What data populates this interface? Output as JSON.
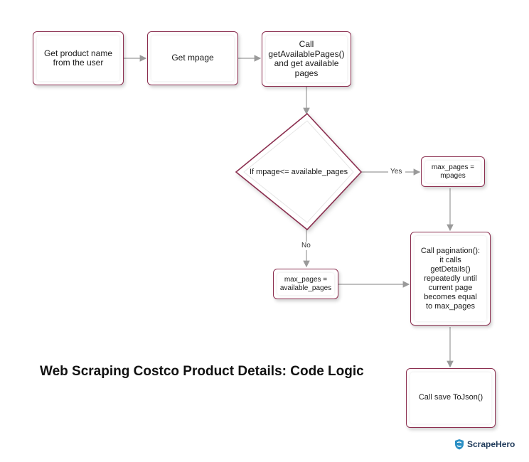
{
  "nodes": {
    "get_product_name": "Get product name\nfrom the user",
    "get_mpage": "Get mpage",
    "call_available_pages": "Call\ngetAvailablePages()\nand get available\npages",
    "decision": "If mpage<= available_pages",
    "max_pages_mpages": "max_pages =\nmpages",
    "max_pages_available": "max_pages =\navailable_pages",
    "call_pagination": "Call pagination():\nit calls\ngetDetails()\nrepeatedly until\ncurrent page\nbecomes equal\nto max_pages",
    "call_save": "Call save ToJson()"
  },
  "edge_labels": {
    "yes": "Yes",
    "no": "No"
  },
  "title": "Web Scraping Costco Product Details: Code Logic",
  "logo": {
    "name": "ScrapeHero",
    "icon": "shield-icon"
  },
  "colors": {
    "border": "#8b2e4f",
    "arrow": "#9a9a9a",
    "logo": "#1f3a5a",
    "logo_icon": "#2a8fc4"
  }
}
